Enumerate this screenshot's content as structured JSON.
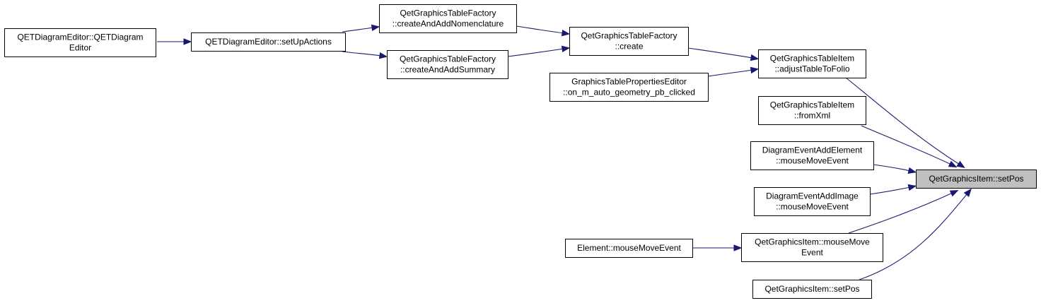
{
  "nodes": [
    {
      "id": "qet_ctor",
      "lines": [
        "QETDiagramEditor::QETDiagram",
        "Editor"
      ]
    },
    {
      "id": "setup_actions",
      "lines": [
        "QETDiagramEditor::setUpActions"
      ]
    },
    {
      "id": "add_nomenclature",
      "lines": [
        "QetGraphicsTableFactory",
        "::createAndAddNomenclature"
      ]
    },
    {
      "id": "add_summary",
      "lines": [
        "QetGraphicsTableFactory",
        "::createAndAddSummary"
      ]
    },
    {
      "id": "factory_create",
      "lines": [
        "QetGraphicsTableFactory",
        "::create"
      ]
    },
    {
      "id": "props_editor",
      "lines": [
        "GraphicsTablePropertiesEditor",
        "::on_m_auto_geometry_pb_clicked"
      ]
    },
    {
      "id": "adjust_table",
      "lines": [
        "QetGraphicsTableItem",
        "::adjustTableToFolio"
      ]
    },
    {
      "id": "from_xml",
      "lines": [
        "QetGraphicsTableItem",
        "::fromXml"
      ]
    },
    {
      "id": "add_element_move",
      "lines": [
        "DiagramEventAddElement",
        "::mouseMoveEvent"
      ]
    },
    {
      "id": "add_image_move",
      "lines": [
        "DiagramEventAddImage",
        "::mouseMoveEvent"
      ]
    },
    {
      "id": "element_move",
      "lines": [
        "Element::mouseMoveEvent"
      ]
    },
    {
      "id": "item_move",
      "lines": [
        "QetGraphicsItem::mouseMove",
        "Event"
      ]
    },
    {
      "id": "item_setpos_caller",
      "lines": [
        "QetGraphicsItem::setPos"
      ]
    },
    {
      "id": "target_setpos",
      "lines": [
        "QetGraphicsItem::setPos"
      ],
      "highlight": true
    }
  ],
  "edges": [
    {
      "from": "qet_ctor",
      "to": "setup_actions"
    },
    {
      "from": "setup_actions",
      "to": "add_nomenclature"
    },
    {
      "from": "setup_actions",
      "to": "add_summary"
    },
    {
      "from": "add_nomenclature",
      "to": "factory_create"
    },
    {
      "from": "add_summary",
      "to": "factory_create"
    },
    {
      "from": "factory_create",
      "to": "adjust_table"
    },
    {
      "from": "props_editor",
      "to": "adjust_table"
    },
    {
      "from": "adjust_table",
      "to": "target_setpos"
    },
    {
      "from": "from_xml",
      "to": "target_setpos"
    },
    {
      "from": "add_element_move",
      "to": "target_setpos"
    },
    {
      "from": "add_image_move",
      "to": "target_setpos"
    },
    {
      "from": "item_move",
      "to": "target_setpos"
    },
    {
      "from": "item_setpos_caller",
      "to": "target_setpos"
    },
    {
      "from": "element_move",
      "to": "item_move"
    }
  ],
  "colors": {
    "edge": "#191970",
    "highlight_fill": "#bfbfbf",
    "node_border": "#000000"
  }
}
